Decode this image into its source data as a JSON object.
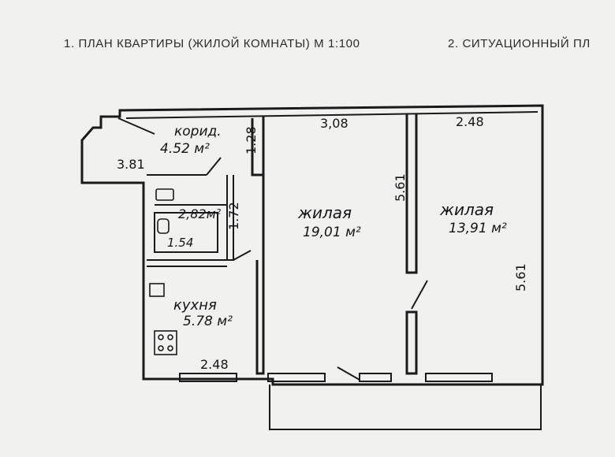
{
  "header": {
    "plan_title": "1. ПЛАН КВАРТИРЫ (ЖИЛОЙ КОМНАТЫ) М 1:100",
    "situation_title": "2. СИТУАЦИОННЫЙ ПЛ"
  },
  "rooms": {
    "corridor": {
      "name": "корид.",
      "area": "4.52 м²"
    },
    "bathroom": {
      "area": "2,82м²"
    },
    "toilet": {
      "area": "1.54"
    },
    "kitchen": {
      "name": "кухня",
      "area": "5.78 м²"
    },
    "living_1": {
      "name": "жилая",
      "area": "19,01 м²"
    },
    "living_2": {
      "name": "жилая",
      "area": "13,91 м²"
    }
  },
  "dimensions": {
    "corridor_width": "3.81",
    "corridor_depth": "1.28",
    "bathroom_depth": "1.72",
    "living_1_width": "3,08",
    "living_1_depth": "5.61",
    "living_2_width": "2.48",
    "living_2_depth": "5.61",
    "kitchen_width": "2.48"
  }
}
